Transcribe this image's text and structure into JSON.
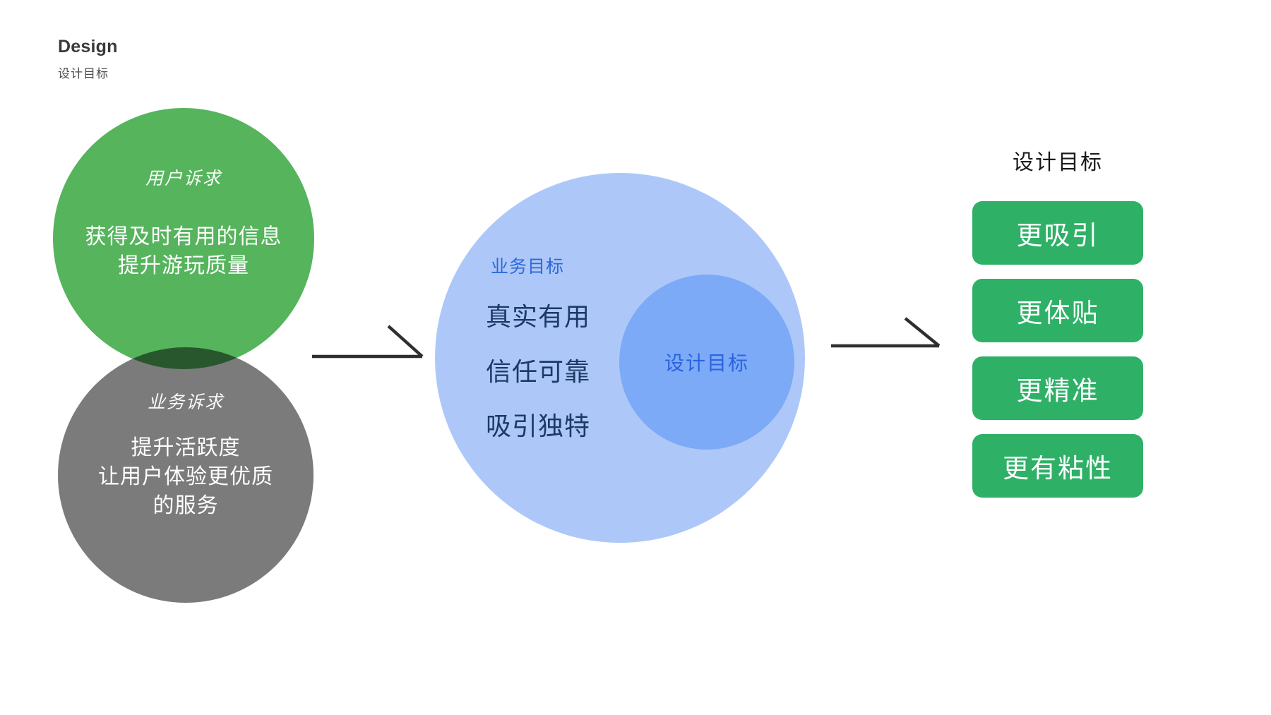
{
  "header": {
    "title": "Design",
    "subtitle": "设计目标"
  },
  "venn": {
    "user_circle": {
      "label": "用户诉求",
      "lines": [
        "获得及时有用的信息",
        "提升游玩质量"
      ],
      "color": "#55b45c"
    },
    "business_circle": {
      "label": "业务诉求",
      "lines": [
        "提升活跃度",
        "让用户体验更优质",
        "的服务"
      ],
      "color": "#7b7b7b",
      "overlap_color": "#29572c"
    }
  },
  "goal_circle": {
    "label": "业务目标",
    "items": [
      "真实有用",
      "信任可靠",
      "吸引独特"
    ],
    "inner_label": "设计目标",
    "outer_color": "#adc8f8",
    "inner_color": "#7caaf7",
    "label_color": "#2e68d9",
    "item_color": "#1b3a66"
  },
  "design_goals": {
    "heading": "设计目标",
    "buttons": [
      "更吸引",
      "更体贴",
      "更精准",
      "更有粘性"
    ],
    "button_color": "#2eb167",
    "arrow_color": "#2f2f2f"
  }
}
